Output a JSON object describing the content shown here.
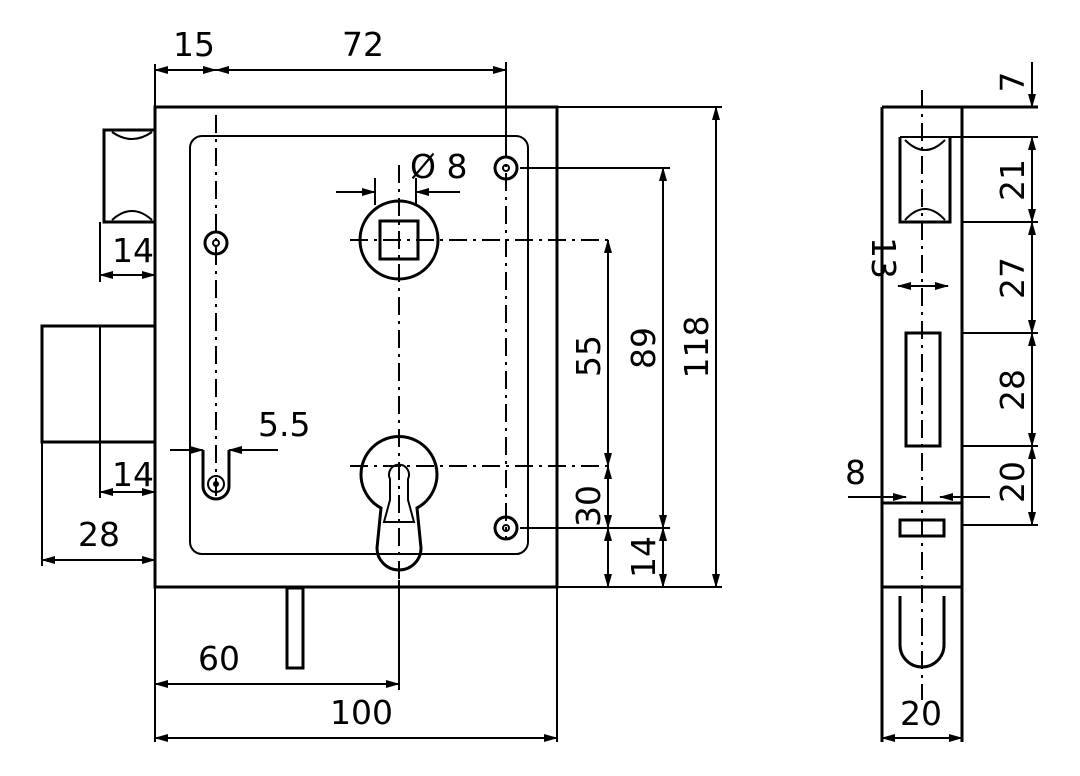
{
  "colors": {
    "line": "#000000",
    "background": "#ffffff"
  },
  "dimensions": {
    "d15": "15",
    "d72": "72",
    "d8dia": "Ø 8",
    "d14_upper": "14",
    "d14_lower": "14",
    "d28": "28",
    "d5_5": "5.5",
    "d55": "55",
    "d89": "89",
    "d118": "118",
    "d30": "30",
    "d14_bottom": "14",
    "d60": "60",
    "d100": "100",
    "side_7": "7",
    "side_13": "13",
    "side_21": "21",
    "side_27": "27",
    "side_28": "28",
    "side_8": "8",
    "side_20_right": "20",
    "side_20_bottom": "20"
  }
}
